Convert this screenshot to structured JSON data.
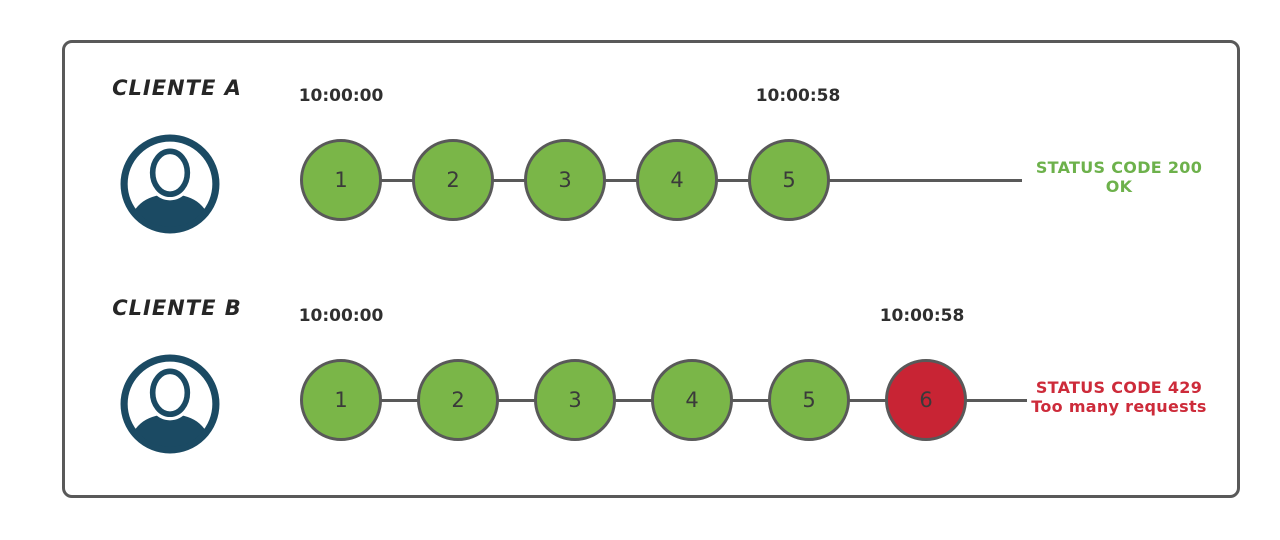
{
  "diagram": {
    "rows": [
      {
        "client_label": "CLIENTE A",
        "icon": "user-avatar-icon",
        "start_time": "10:00:00",
        "end_time": "10:00:58",
        "requests": [
          {
            "label": "1",
            "state": "ok"
          },
          {
            "label": "2",
            "state": "ok"
          },
          {
            "label": "3",
            "state": "ok"
          },
          {
            "label": "4",
            "state": "ok"
          },
          {
            "label": "5",
            "state": "ok"
          }
        ],
        "status_line1": "STATUS CODE 200",
        "status_line2": "OK"
      },
      {
        "client_label": "CLIENTE B",
        "icon": "user-avatar-icon",
        "start_time": "10:00:00",
        "end_time": "10:00:58",
        "requests": [
          {
            "label": "1",
            "state": "ok"
          },
          {
            "label": "2",
            "state": "ok"
          },
          {
            "label": "3",
            "state": "ok"
          },
          {
            "label": "4",
            "state": "ok"
          },
          {
            "label": "5",
            "state": "ok"
          },
          {
            "label": "6",
            "state": "blocked"
          }
        ],
        "status_line1": "STATUS CODE 429",
        "status_line2": "Too many requests"
      }
    ],
    "colors": {
      "request_ok": "#7ab648",
      "request_blocked": "#c82434",
      "status_ok_text": "#6db14b",
      "status_error_text": "#cd2b3a",
      "stroke": "#595959",
      "avatar_navy": "#1b4a63"
    }
  }
}
